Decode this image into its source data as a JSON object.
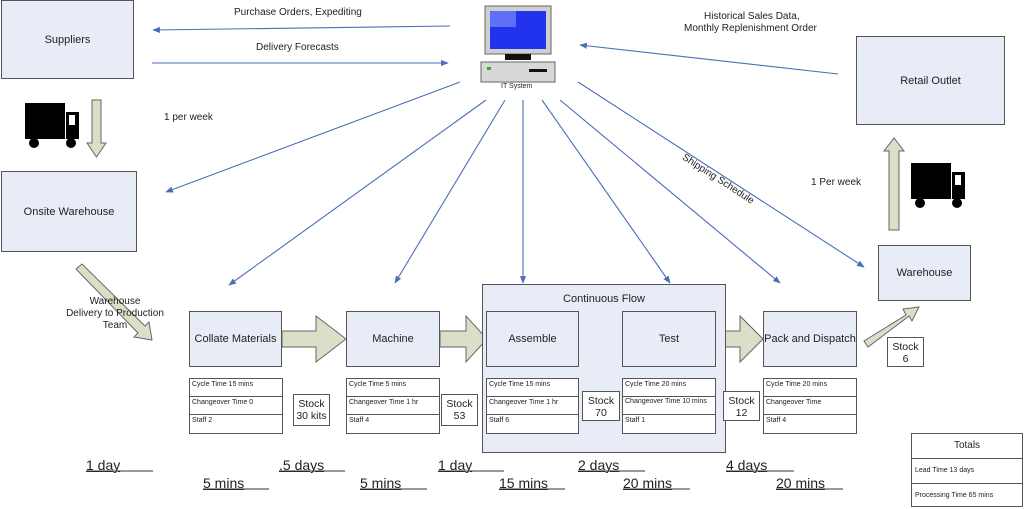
{
  "colors": {
    "box_fill": "#e8ecf7",
    "info_arrow": "#4a6fb5",
    "push_arrow_fill": "#dcdfc8",
    "border": "#555555"
  },
  "entities": {
    "suppliers": "Suppliers",
    "onsite_warehouse": "Onsite Warehouse",
    "retail_outlet": "Retail Outlet",
    "warehouse": "Warehouse",
    "it_system": "IT System"
  },
  "info_flows": {
    "purchase_orders": "Purchase Orders, Expediting",
    "delivery_forecasts": "Delivery Forecasts",
    "historical_sales_line1": "Historical Sales Data,",
    "historical_sales_line2": "Monthly Replenishment Order",
    "shipping_schedule": "Shipping Schedule"
  },
  "material_flows": {
    "supplier_delivery_frequency": "1 per week",
    "retail_delivery_frequency": "1 Per week",
    "warehouse_delivery_line1": "Warehouse",
    "warehouse_delivery_line2": "Delivery to Production",
    "warehouse_delivery_line3": "Team"
  },
  "continuous_flow_label": "Continuous Flow",
  "processes": [
    {
      "name": "Collate Materials",
      "cycle_time": "Cycle Time 15 mins",
      "changeover": "Changeover Time 0",
      "staff": "Staff  2"
    },
    {
      "name": "Machine",
      "cycle_time": "Cycle Time 5 mins",
      "changeover": "Changeover Time 1 hr",
      "staff": "Staff 4"
    },
    {
      "name": "Assemble",
      "cycle_time": "Cycle Time 15 mins",
      "changeover": "Changeover Time 1 hr",
      "staff": "Staff 6"
    },
    {
      "name": "Test",
      "cycle_time": "Cycle Time 20 mins",
      "changeover": "Changeover Time 10 mins",
      "staff": "Staff 1"
    },
    {
      "name": "Pack and Dispatch",
      "cycle_time": "Cycle Time 20 mins",
      "changeover": "Changeover Time",
      "staff": "Staff 4"
    }
  ],
  "inventories": [
    {
      "label": "Stock",
      "value": "30 kits"
    },
    {
      "label": "Stock",
      "value": "53"
    },
    {
      "label": "Stock",
      "value": "70"
    },
    {
      "label": "Stock",
      "value": "12"
    },
    {
      "label": "Stock",
      "value": "6"
    }
  ],
  "timeline": {
    "wait_times": [
      "1 day",
      ".5 days",
      "1 day",
      "2 days",
      "4 days"
    ],
    "process_times": [
      "5 mins",
      "5 mins",
      "15 mins",
      "20 mins",
      "20 mins"
    ]
  },
  "totals": {
    "title": "Totals",
    "lead_time": "Lead Time 13 days",
    "processing_time": "Processing Time  65 mins"
  }
}
